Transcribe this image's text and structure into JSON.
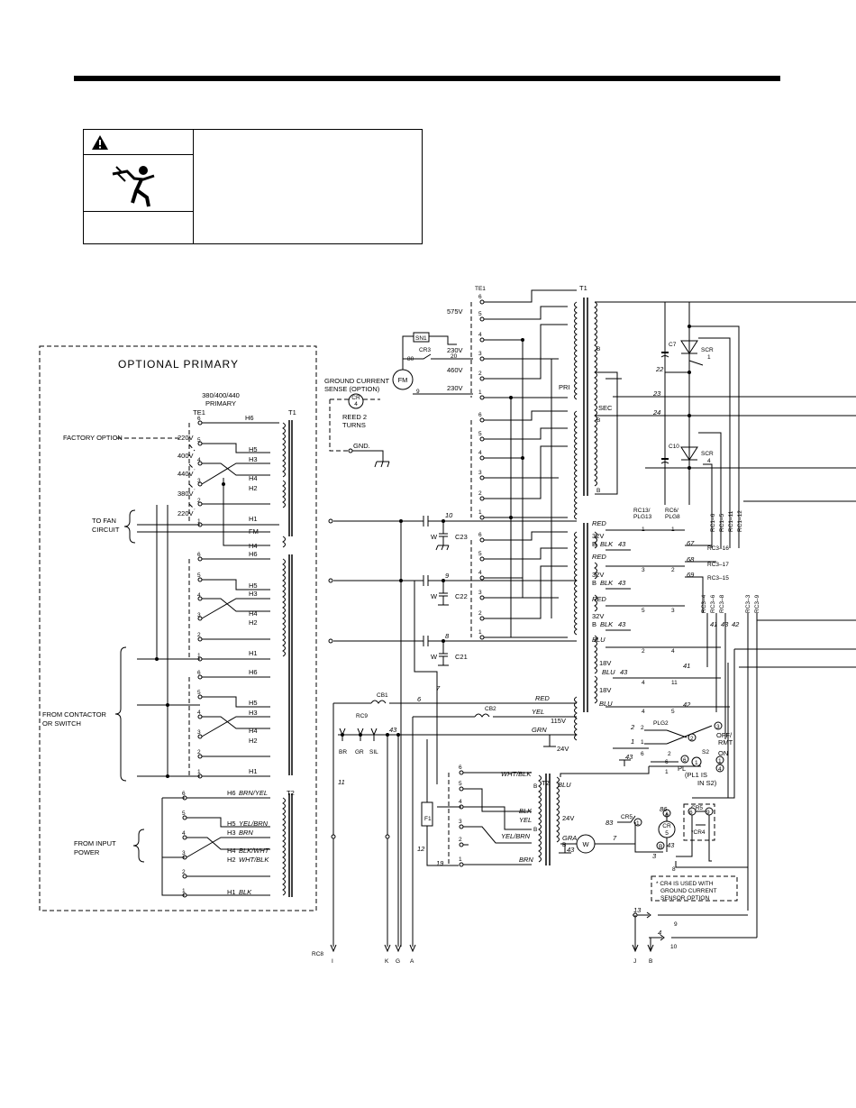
{
  "title": "OPTIONAL PRIMARY",
  "primary_spec": [
    "380/400/440",
    "PRIMARY"
  ],
  "labels": {
    "factory_option": "FACTORY OPTION",
    "to_fan": [
      "TO FAN",
      "CIRCUIT"
    ],
    "from_contactor": [
      "FROM CONTACTOR",
      "OR SWITCH"
    ],
    "from_input": [
      "FROM INPUT",
      "POWER"
    ],
    "ground_sense": [
      "GROUND CURRENT",
      "SENSE (OPTION)"
    ],
    "reed": [
      "REED 2",
      "TURNS"
    ],
    "gnd": "GND.",
    "cr4_note": [
      "* CR4 IS USED WITH",
      "GROUND CURRENT",
      "SENSOR OPTION"
    ],
    "pl1_note": [
      "(PL1 IS",
      "IN S2)"
    ]
  },
  "te1_left_taps": [
    "220V",
    "400V",
    "440V",
    "380V",
    "220V"
  ],
  "te1_top_taps": [
    "575V",
    "230V",
    "460V",
    "230V"
  ],
  "colors": {
    "line": "#000000",
    "background": "#ffffff"
  },
  "icons": [
    "warning-triangle-icon",
    "electric-shock-icon"
  ]
}
